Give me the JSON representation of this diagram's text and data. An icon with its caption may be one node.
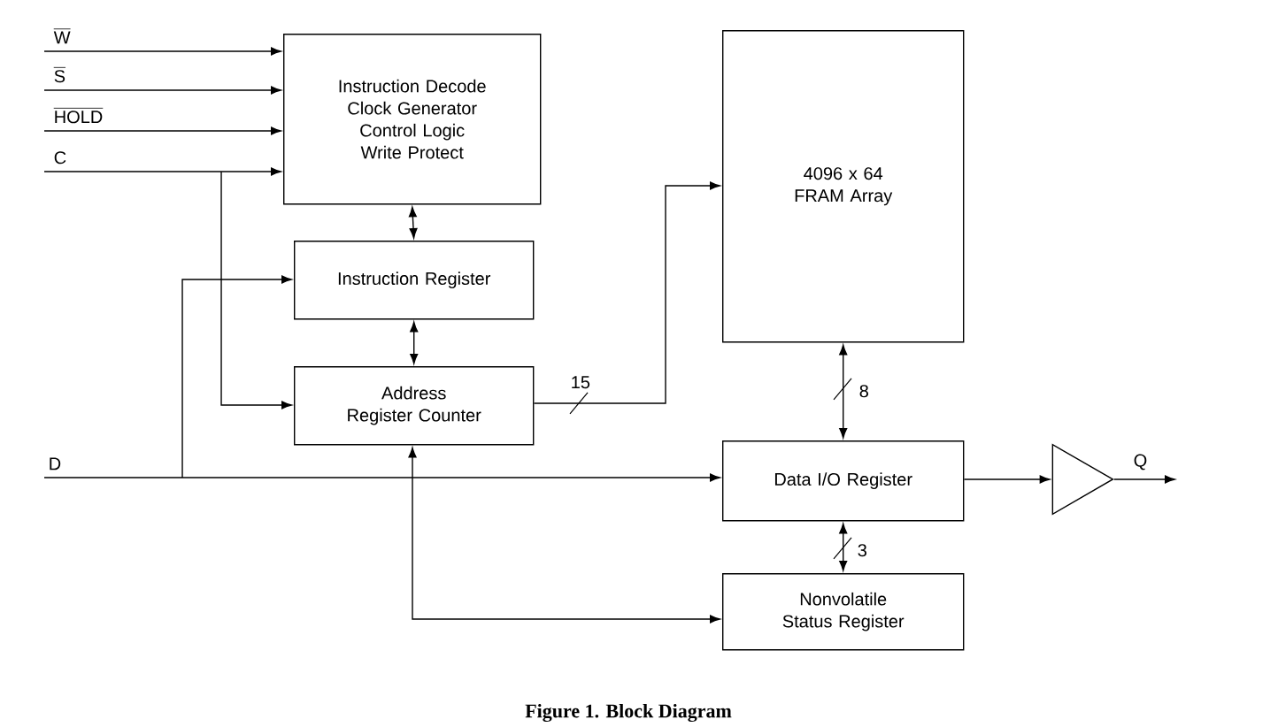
{
  "diagram": {
    "caption": "Figure 1.  Block Diagram",
    "nodes": [
      {
        "text": [
          "Instruction Decode Clock Generator Control Logic Write Protect"
        ]
      },
      {
        "text": [
          "Instruction Register"
        ]
      },
      {
        "text": [
          "Address Register Counter"
        ]
      },
      {
        "text": [
          "4096 x 64 FRAM Array"
        ]
      },
      {
        "text": [
          "Data I/O Register"
        ]
      },
      {
        "text": [
          "Nonvolatile Status Register"
        ]
      },
      {
        "text": [],
        "shape": "triangle"
      }
    ],
    "edges": [
      {
        "from": null,
        "to": 0,
        "arrow": "to",
        "label": "W"
      },
      {
        "from": null,
        "to": 0,
        "arrow": "to",
        "label": "S"
      },
      {
        "from": null,
        "to": 0,
        "arrow": "to",
        "label": "HOLD"
      },
      {
        "from": null,
        "to": 0,
        "arrow": "to",
        "label": "C"
      },
      {
        "from": null,
        "to": 2,
        "arrow": "to"
      },
      {
        "from": 0,
        "to": 1,
        "arrow": "both"
      },
      {
        "from": 1,
        "to": 2,
        "arrow": "both"
      },
      {
        "from": null,
        "to": 4,
        "arrow": "to",
        "label": "D"
      },
      {
        "from": null,
        "to": 1,
        "arrow": "to"
      },
      {
        "from": 2,
        "to": 3,
        "arrow": "to",
        "label": "15"
      },
      {
        "from": 3,
        "to": 4,
        "arrow": "both",
        "label": "8"
      },
      {
        "from": 4,
        "to": 6,
        "arrow": "to"
      },
      {
        "from": 6,
        "to": null,
        "arrow": "to",
        "label": "Q"
      },
      {
        "from": 4,
        "to": 5,
        "arrow": "both",
        "label": "3"
      },
      {
        "from": 2,
        "to": 5,
        "arrow": "both"
      }
    ]
  }
}
